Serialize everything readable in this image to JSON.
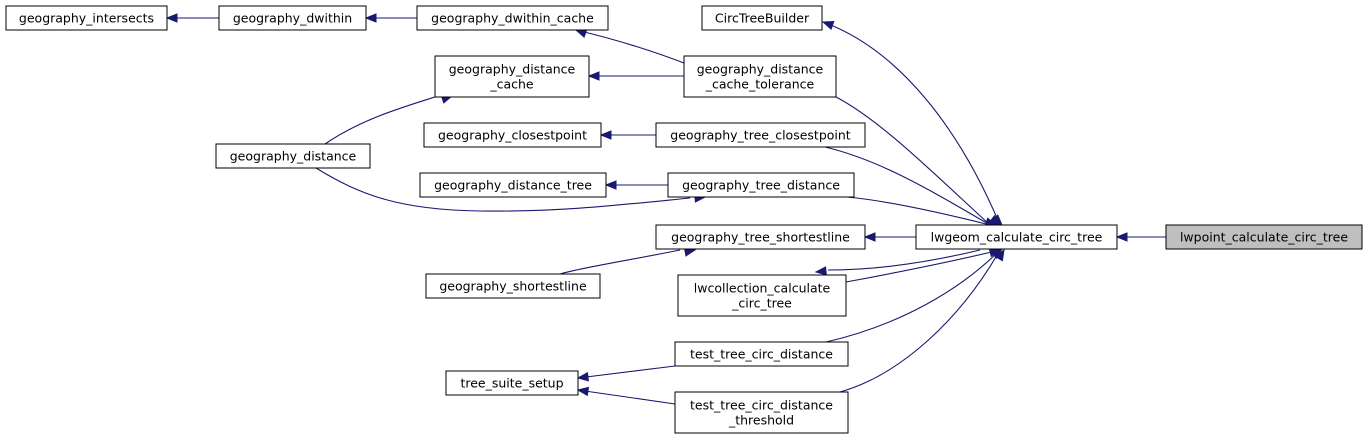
{
  "diagram": {
    "type": "call-graph",
    "edge_color": "#191970",
    "focus_fill": "#bfbfbf",
    "nodes": [
      {
        "id": "geography_intersects",
        "lines": [
          "geography_intersects"
        ]
      },
      {
        "id": "geography_dwithin",
        "lines": [
          "geography_dwithin"
        ]
      },
      {
        "id": "geography_dwithin_cache",
        "lines": [
          "geography_dwithin_cache"
        ]
      },
      {
        "id": "CircTreeBuilder",
        "lines": [
          "CircTreeBuilder"
        ]
      },
      {
        "id": "geography_distance_cache",
        "lines": [
          "geography_distance",
          "_cache"
        ]
      },
      {
        "id": "geography_distance_cache_tolerance",
        "lines": [
          "geography_distance",
          "_cache_tolerance"
        ]
      },
      {
        "id": "geography_distance",
        "lines": [
          "geography_distance"
        ]
      },
      {
        "id": "geography_closestpoint",
        "lines": [
          "geography_closestpoint"
        ]
      },
      {
        "id": "geography_tree_closestpoint",
        "lines": [
          "geography_tree_closestpoint"
        ]
      },
      {
        "id": "geography_distance_tree",
        "lines": [
          "geography_distance_tree"
        ]
      },
      {
        "id": "geography_tree_distance",
        "lines": [
          "geography_tree_distance"
        ]
      },
      {
        "id": "geography_tree_shortestline",
        "lines": [
          "geography_tree_shortestline"
        ]
      },
      {
        "id": "lwgeom_calculate_circ_tree",
        "lines": [
          "lwgeom_calculate_circ_tree"
        ]
      },
      {
        "id": "lwpoint_calculate_circ_tree",
        "lines": [
          "lwpoint_calculate_circ_tree"
        ],
        "focus": true
      },
      {
        "id": "geography_shortestline",
        "lines": [
          "geography_shortestline"
        ]
      },
      {
        "id": "lwcollection_calculate_circ_tree",
        "lines": [
          "lwcollection_calculate",
          "_circ_tree"
        ]
      },
      {
        "id": "test_tree_circ_distance",
        "lines": [
          "test_tree_circ_distance"
        ]
      },
      {
        "id": "tree_suite_setup",
        "lines": [
          "tree_suite_setup"
        ]
      },
      {
        "id": "test_tree_circ_distance_threshold",
        "lines": [
          "test_tree_circ_distance",
          "_threshold"
        ]
      }
    ],
    "edges": [
      {
        "from": "geography_dwithin",
        "to": "geography_intersects"
      },
      {
        "from": "geography_dwithin_cache",
        "to": "geography_dwithin"
      },
      {
        "from": "geography_distance_cache_tolerance",
        "to": "geography_dwithin_cache"
      },
      {
        "from": "geography_distance_cache_tolerance",
        "to": "geography_distance_cache"
      },
      {
        "from": "geography_distance_cache",
        "to": "geography_distance"
      },
      {
        "from": "geography_tree_closestpoint",
        "to": "geography_closestpoint"
      },
      {
        "from": "geography_tree_distance",
        "to": "geography_distance_tree"
      },
      {
        "from": "geography_tree_distance",
        "to": "geography_distance"
      },
      {
        "from": "geography_tree_shortestline",
        "to": "geography_shortestline"
      },
      {
        "from": "lwgeom_calculate_circ_tree",
        "to": "CircTreeBuilder"
      },
      {
        "from": "lwgeom_calculate_circ_tree",
        "to": "geography_distance_cache_tolerance"
      },
      {
        "from": "lwgeom_calculate_circ_tree",
        "to": "geography_tree_closestpoint"
      },
      {
        "from": "lwgeom_calculate_circ_tree",
        "to": "geography_tree_distance"
      },
      {
        "from": "lwgeom_calculate_circ_tree",
        "to": "geography_tree_shortestline"
      },
      {
        "from": "lwgeom_calculate_circ_tree",
        "to": "lwcollection_calculate_circ_tree"
      },
      {
        "from": "lwcollection_calculate_circ_tree",
        "to": "lwgeom_calculate_circ_tree"
      },
      {
        "from": "lwgeom_calculate_circ_tree",
        "to": "test_tree_circ_distance"
      },
      {
        "from": "lwgeom_calculate_circ_tree",
        "to": "test_tree_circ_distance_threshold"
      },
      {
        "from": "test_tree_circ_distance",
        "to": "tree_suite_setup"
      },
      {
        "from": "test_tree_circ_distance_threshold",
        "to": "tree_suite_setup"
      },
      {
        "from": "lwpoint_calculate_circ_tree",
        "to": "lwgeom_calculate_circ_tree"
      }
    ]
  }
}
